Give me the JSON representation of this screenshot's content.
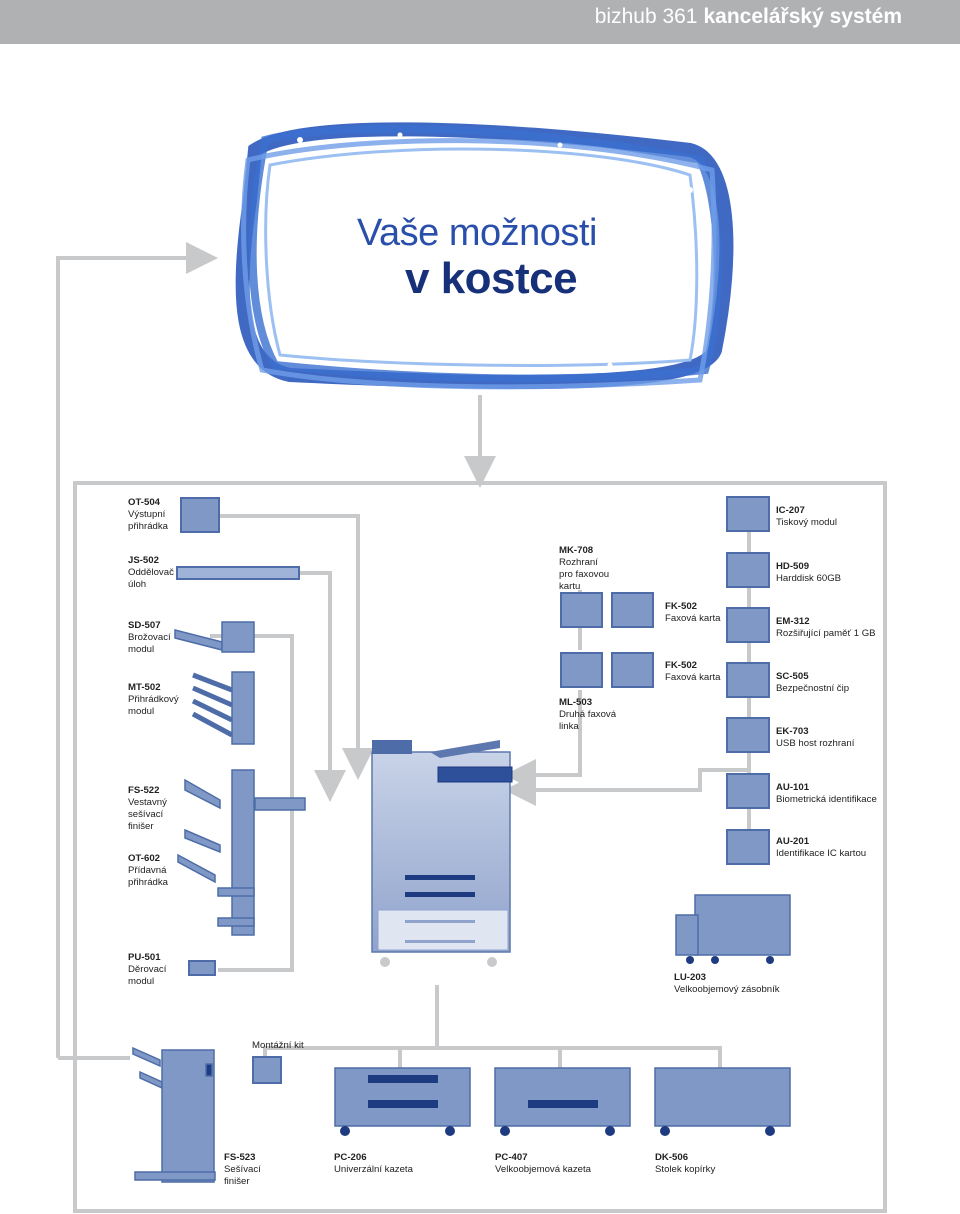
{
  "header": {
    "model": "bizhub 361",
    "subtitle": "kancelářský systém"
  },
  "hero": {
    "line1": "Vaše možnosti",
    "line2": "v kostce"
  },
  "colors": {
    "header_bg": "#b0b1b3",
    "accent_blue": "#2a4faa",
    "dark_blue": "#17307a",
    "module_fill": "#7f98c6",
    "connector": "#c8c9cb"
  },
  "options": {
    "ot504": {
      "code": "OT-504",
      "desc": [
        "Výstupní",
        "přihrádka"
      ]
    },
    "js502": {
      "code": "JS-502",
      "desc": [
        "Oddělovač",
        "úloh"
      ]
    },
    "sd507": {
      "code": "SD-507",
      "desc": [
        "Brožovací",
        "modul"
      ]
    },
    "mt502": {
      "code": "MT-502",
      "desc": [
        "Přihrádkový",
        "modul"
      ]
    },
    "fs522": {
      "code": "FS-522",
      "desc": [
        "Vestavný",
        "sešívací",
        "finišer"
      ]
    },
    "ot602": {
      "code": "OT-602",
      "desc": [
        "Přídavná",
        "přihrádka"
      ]
    },
    "pu501": {
      "code": "PU-501",
      "desc": [
        "Děrovací",
        "modul"
      ]
    },
    "mk708": {
      "code": "MK-708",
      "desc": [
        "Rozhraní",
        "pro faxovou",
        "kartu"
      ]
    },
    "ml503": {
      "code": "ML-503",
      "desc": [
        "Druhá faxová",
        "linka"
      ]
    },
    "fk502a": {
      "code": "FK-502",
      "desc": [
        "Faxová karta"
      ]
    },
    "fk502b": {
      "code": "FK-502",
      "desc": [
        "Faxová karta"
      ]
    },
    "ic207": {
      "code": "IC-207",
      "desc": [
        "Tiskový modul"
      ]
    },
    "hd509": {
      "code": "HD-509",
      "desc": [
        "Harddisk 60GB"
      ]
    },
    "em312": {
      "code": "EM-312",
      "desc": [
        "Rozšiřující paměť 1 GB"
      ]
    },
    "sc505": {
      "code": "SC-505",
      "desc": [
        "Bezpečnostní čip"
      ]
    },
    "ek703": {
      "code": "EK-703",
      "desc": [
        "USB host rozhraní"
      ]
    },
    "au101": {
      "code": "AU-101",
      "desc": [
        "Biometrická identifikace"
      ]
    },
    "au201": {
      "code": "AU-201",
      "desc": [
        "Identifikace IC kartou"
      ]
    },
    "lu203": {
      "code": "LU-203",
      "desc": [
        "Velkoobjemový zásobník"
      ]
    },
    "mount": {
      "code": "",
      "desc": [
        "Montážní kit"
      ]
    },
    "fs523": {
      "code": "FS-523",
      "desc": [
        "Sešívací",
        "finišer"
      ]
    },
    "pc206": {
      "code": "PC-206",
      "desc": [
        "Univerzální kazeta"
      ]
    },
    "pc407": {
      "code": "PC-407",
      "desc": [
        "Velkoobjemová kazeta"
      ]
    },
    "dk506": {
      "code": "DK-506",
      "desc": [
        "Stolek kopírky"
      ]
    }
  }
}
